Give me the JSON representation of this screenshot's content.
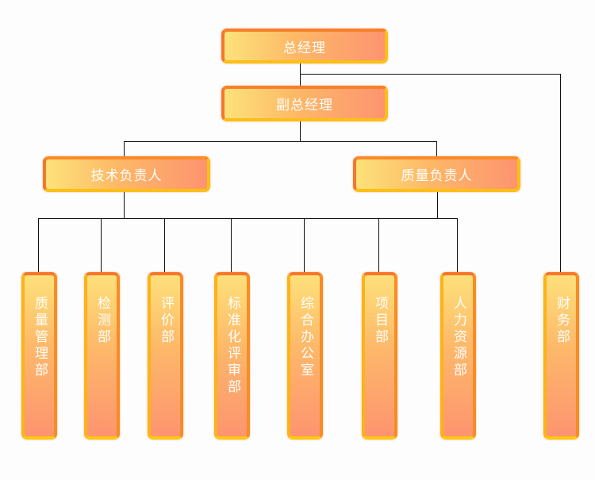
{
  "title": "组织结构图",
  "top": {
    "general_manager": "总经理",
    "deputy_manager": "副总经理"
  },
  "level2": {
    "tech_lead": "技术负责人",
    "quality_lead": "质量负责人"
  },
  "departments": [
    "质量管理部",
    "检测部",
    "评价部",
    "标准化评审部",
    "综合办公室",
    "项目部",
    "人力资源部",
    "财务部"
  ],
  "colors": {
    "box_gradient_start": "#fde27a",
    "box_gradient_end": "#fd9470",
    "border_orange": "#f6762c",
    "border_yellow": "#fbbf16",
    "line": "#111111",
    "text": "#ffffff"
  }
}
